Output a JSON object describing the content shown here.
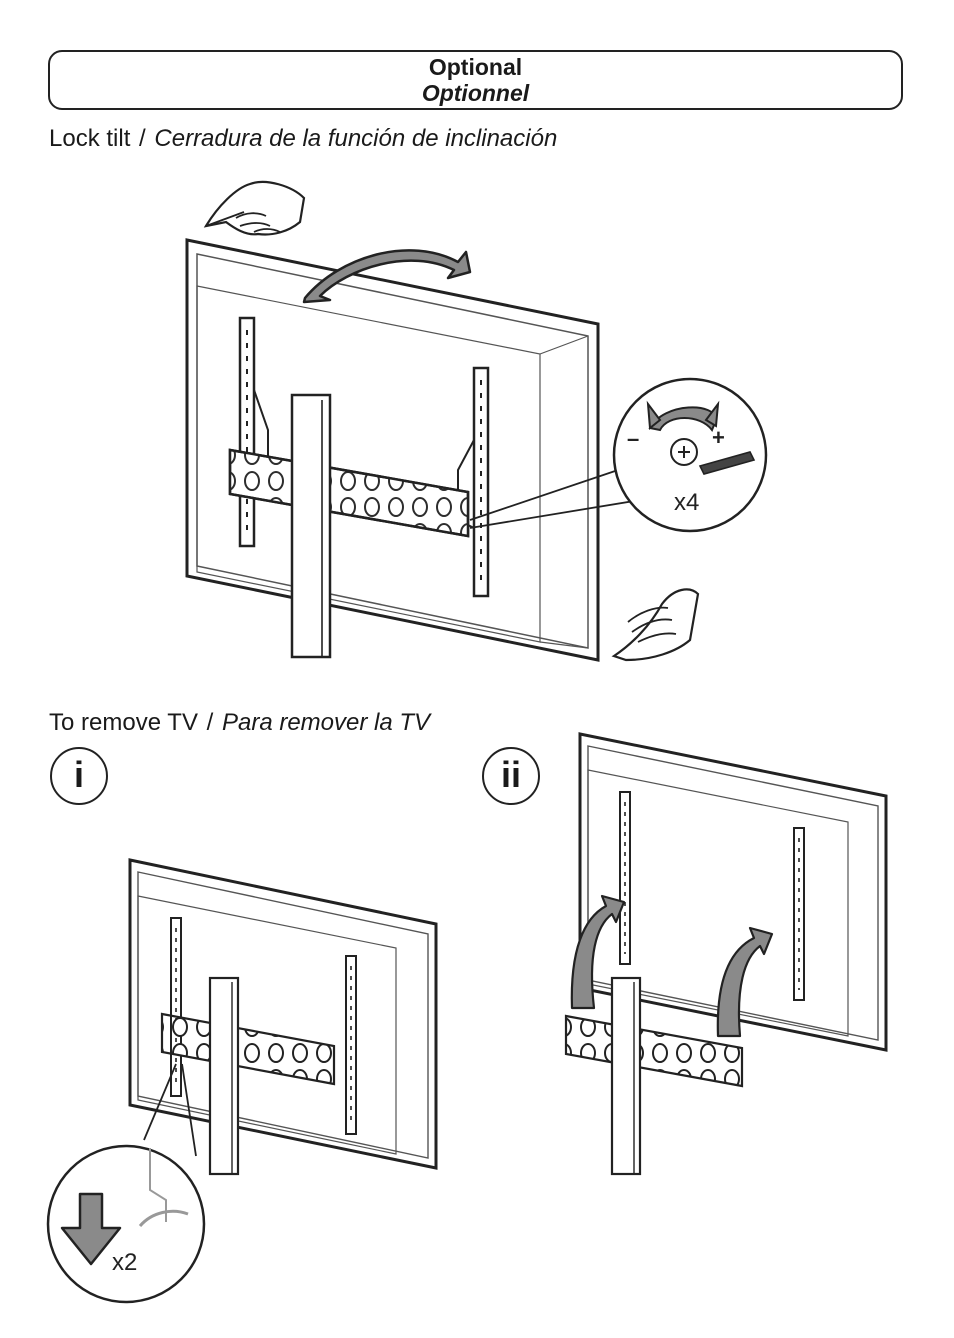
{
  "header": {
    "line1": "Optional",
    "line2": "Optionnel"
  },
  "sections": {
    "lock_tilt": {
      "title_en": "Lock tilt",
      "separator": "/",
      "title_es": "Cerradura de la función de inclinación"
    },
    "remove_tv": {
      "title_en": "To remove TV",
      "separator": "/",
      "title_es": "Para remover la TV"
    }
  },
  "steps": {
    "step1": "i",
    "step2": "ii"
  },
  "callouts": {
    "screw_count": "x4",
    "screw_minus": "–",
    "screw_plus": "+",
    "latch_count": "x2"
  }
}
